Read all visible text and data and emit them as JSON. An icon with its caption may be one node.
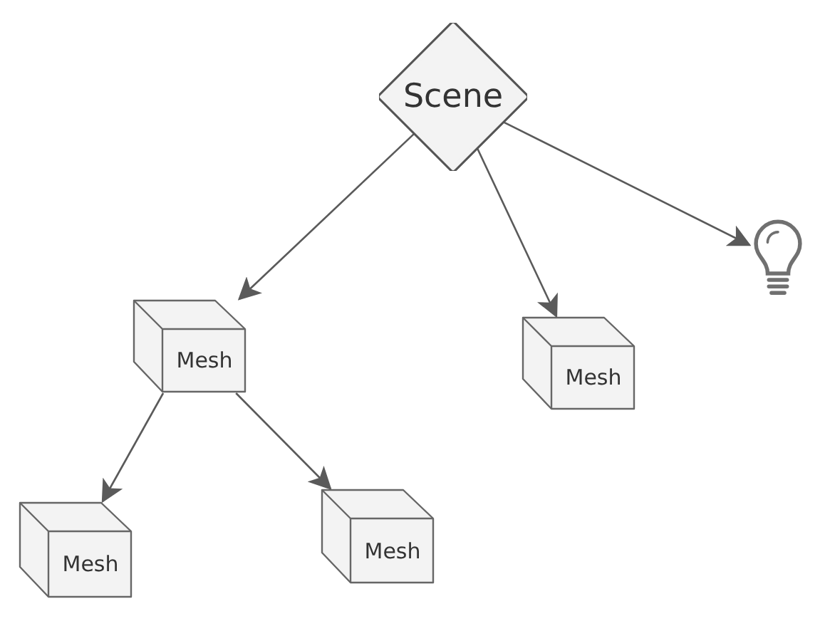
{
  "diagram": {
    "nodes": [
      {
        "text": [
          "Scene"
        ]
      },
      {
        "text": [
          "Mesh"
        ]
      },
      {
        "text": [
          "Mesh"
        ]
      },
      {
        "text": [],
        "shape": "bulb"
      },
      {
        "text": [
          "Mesh"
        ]
      },
      {
        "text": [
          "Mesh"
        ]
      }
    ],
    "edges": [
      {
        "from": 0,
        "to": 1,
        "arrow": "to"
      },
      {
        "from": 0,
        "to": 2,
        "arrow": "to"
      },
      {
        "from": 0,
        "to": 3,
        "arrow": "to"
      },
      {
        "from": 1,
        "to": 4,
        "arrow": "to"
      },
      {
        "from": 1,
        "to": 5,
        "arrow": "to"
      }
    ]
  }
}
